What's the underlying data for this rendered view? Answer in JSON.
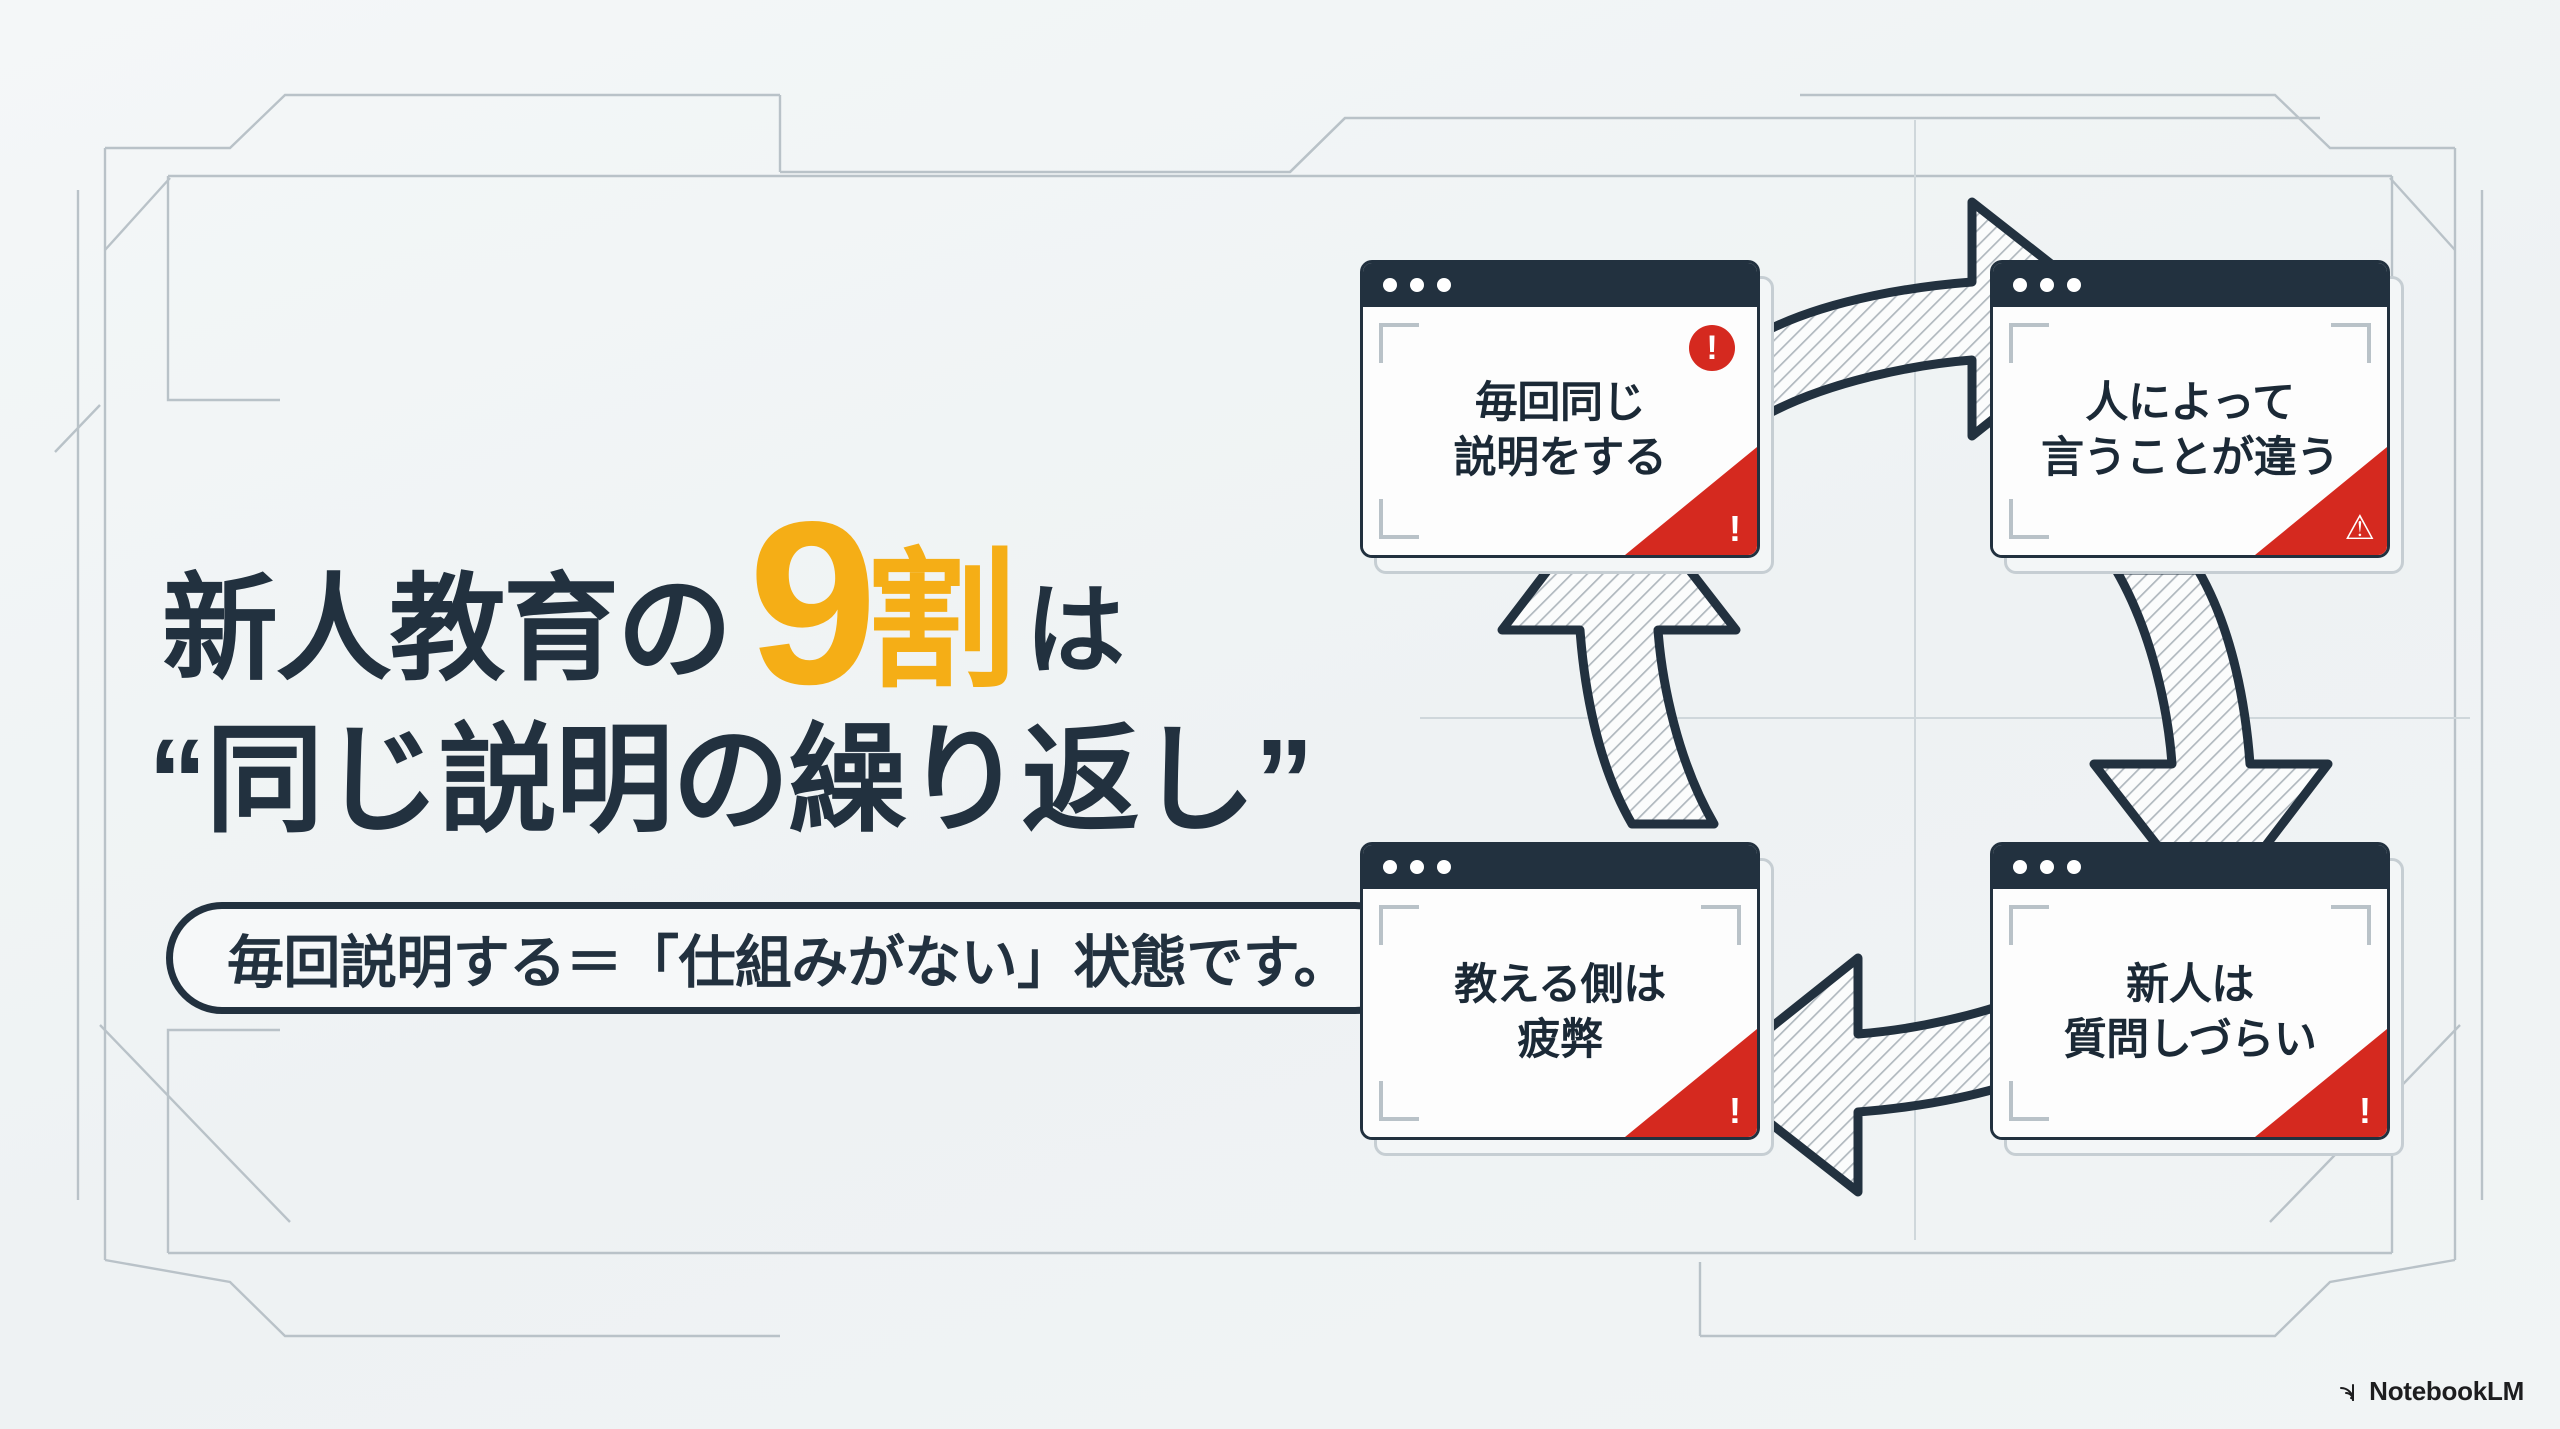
{
  "slide": {
    "background_color": "#f1f4f5",
    "ink_color": "#22313f",
    "accent_color": "#f5ae16",
    "alert_color": "#d5291f"
  },
  "headline": {
    "line1_lead": "新人教育の",
    "line1_number": "9",
    "line1_unit": "割",
    "line1_tail": "は",
    "line2": "“同じ説明の繰り返し”"
  },
  "pill": {
    "text": "毎回説明する＝「仕組みがない」状態です。"
  },
  "diagram": {
    "name": "vicious-cycle",
    "direction": "clockwise",
    "cards": [
      {
        "id": "card-1",
        "position": "top-left",
        "line1": "毎回同じ",
        "line2": "説明をする",
        "badge": "!",
        "has_badge": true,
        "corner_glyph": "!",
        "corner_icon": "exclamation-icon"
      },
      {
        "id": "card-2",
        "position": "top-right",
        "line1": "人によって",
        "line2": "言うことが違う",
        "badge": "",
        "has_badge": false,
        "corner_glyph": "⚠",
        "corner_icon": "warning-triangle-icon"
      },
      {
        "id": "card-3",
        "position": "bottom-right",
        "line1": "新人は",
        "line2": "質問しづらい",
        "badge": "",
        "has_badge": false,
        "corner_glyph": "!",
        "corner_icon": "exclamation-icon"
      },
      {
        "id": "card-4",
        "position": "bottom-left",
        "line1": "教える側は",
        "line2": "疲弊",
        "badge": "",
        "has_badge": false,
        "corner_glyph": "!",
        "corner_icon": "exclamation-icon"
      }
    ],
    "arrows": [
      {
        "id": "arrow-top",
        "from": "card-1",
        "to": "card-2",
        "points": "right"
      },
      {
        "id": "arrow-right",
        "from": "card-2",
        "to": "card-3",
        "points": "down"
      },
      {
        "id": "arrow-bottom",
        "from": "card-3",
        "to": "card-4",
        "points": "left"
      },
      {
        "id": "arrow-left",
        "from": "card-4",
        "to": "card-1",
        "points": "up"
      }
    ]
  },
  "footer": {
    "logo_text": "NotebookLM"
  }
}
